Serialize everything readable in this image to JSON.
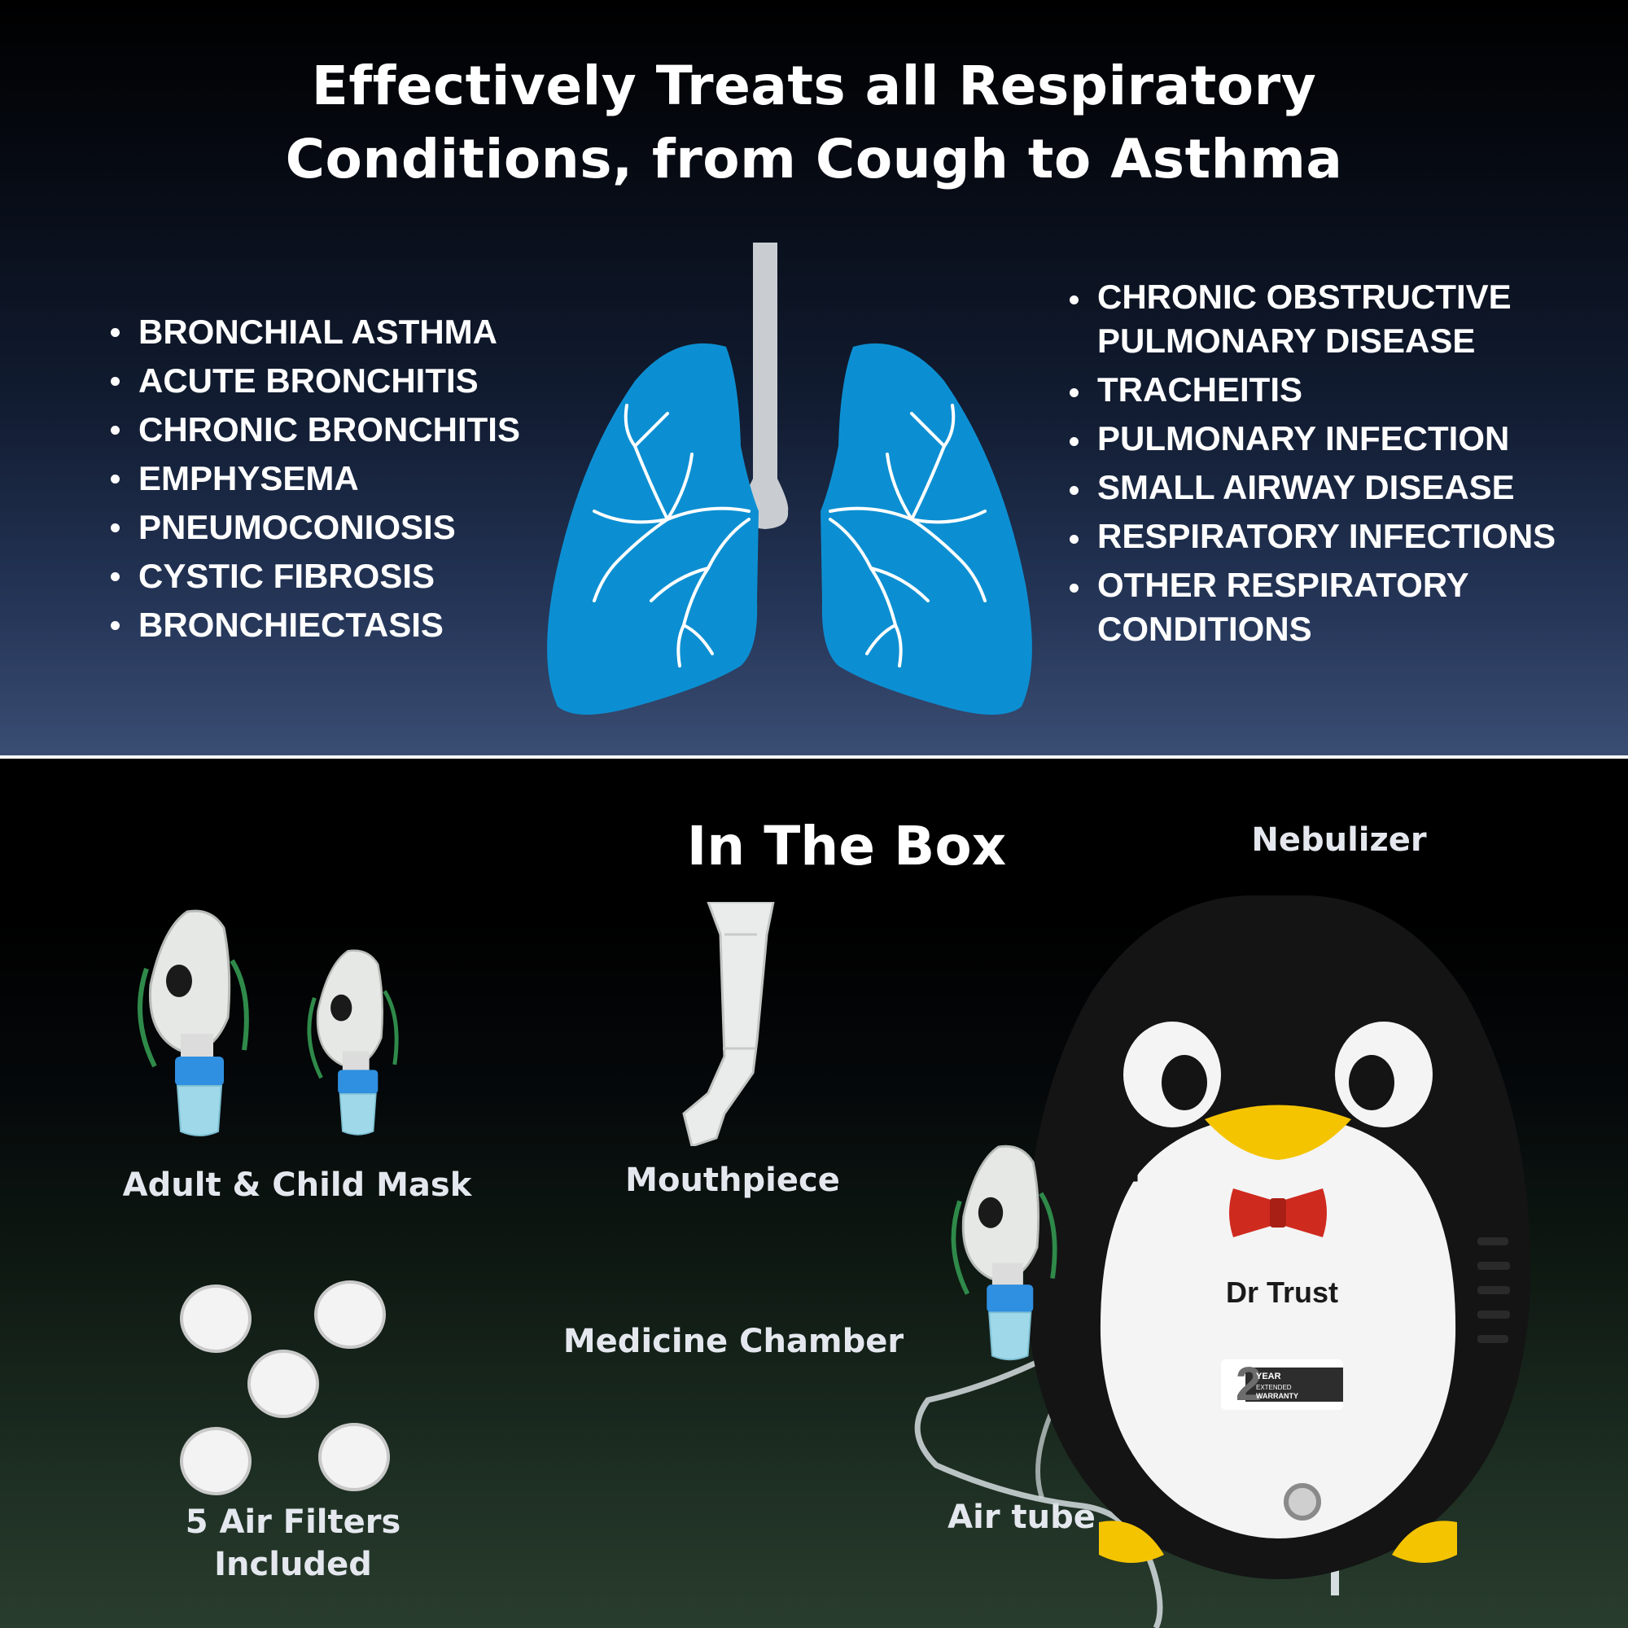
{
  "headline": {
    "line1": "Effectively Treats all Respiratory",
    "line2": "Conditions, from Cough to Asthma"
  },
  "conditions_left": [
    "BRONCHIAL ASTHMA",
    "ACUTE BRONCHITIS",
    "CHRONIC BRONCHITIS",
    "EMPHYSEMA",
    "PNEUMOCONIOSIS",
    "CYSTIC FIBROSIS",
    "BRONCHIECTASIS"
  ],
  "conditions_right": [
    "CHRONIC OBSTRUCTIVE PULMONARY DISEASE",
    "TRACHEITIS",
    "PULMONARY INFECTION",
    "SMALL AIRWAY DISEASE",
    "RESPIRATORY INFECTIONS",
    "OTHER RESPIRATORY CONDITIONS"
  ],
  "box": {
    "heading": "In The Box",
    "nebulizer": "Nebulizer",
    "masks": "Adult & Child Mask",
    "mouthpiece": "Mouthpiece",
    "medicine_chamber": "Medicine Chamber",
    "air_tube": "Air tube",
    "filters_line1": "5 Air Filters",
    "filters_line2": "Included"
  },
  "device": {
    "brand": "Dr Trust",
    "warranty_number": "2",
    "warranty_line1": "YEAR",
    "warranty_line2": "EXTENDED",
    "warranty_line3": "WARRANTY"
  },
  "colors": {
    "lung_blue": "#0c8fd2",
    "trachea_gray": "#c9cdd2",
    "penguin_black": "#141414",
    "penguin_belly": "#f4f4f4",
    "beak_yellow": "#f5c400",
    "bowtie_red": "#cf2a1e",
    "mask_blue": "#2f8fe0"
  },
  "icons": [
    "lungs-icon",
    "mask-icon",
    "mouthpiece-icon",
    "air-filter-icon",
    "nebulizer-icon"
  ]
}
